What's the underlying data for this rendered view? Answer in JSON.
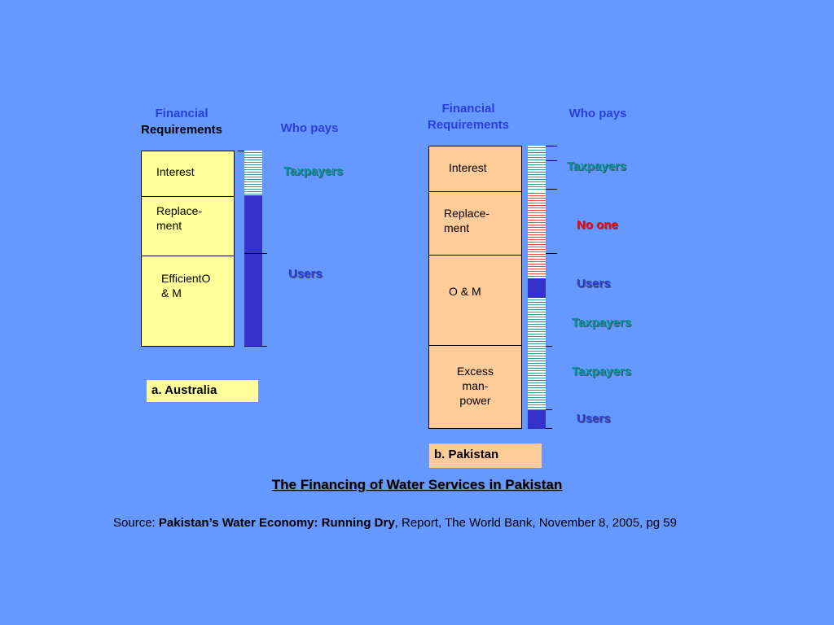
{
  "australia": {
    "header_financial_line1": "Financial",
    "header_financial_line2": "Requirements",
    "header_who_pays": "Who pays",
    "segments": [
      "Interest",
      "Replace-\nment",
      "EfficientO\n& M"
    ],
    "payers": [
      "Taxpayers",
      "Users"
    ],
    "caption": "a. Australia"
  },
  "pakistan": {
    "header_financial_line1": "Financial",
    "header_financial_line2": "Requirements",
    "header_who_pays": "Who pays",
    "segments": [
      "Interest",
      "Replace-\nment",
      "O & M",
      "Excess\nman-\npower"
    ],
    "payers": [
      "Taxpayers",
      "No one",
      "Users",
      "Taxpayers",
      "Taxpayers",
      "Users"
    ],
    "caption": "b. Pakistan"
  },
  "title": "The Financing of Water Services in Pakistan",
  "source": {
    "prefix": "Source: ",
    "work": "Pakistan’s Water Economy: Running Dry",
    "rest": ", Report, The World Bank, November 8, 2005, pg 59"
  },
  "colors": {
    "background": "#6699ff",
    "australia_box": "#ffff99",
    "pakistan_box": "#ffcc99",
    "taxpayers": "#009999",
    "users": "#2a3fd6",
    "no_one": "#ff0000"
  }
}
